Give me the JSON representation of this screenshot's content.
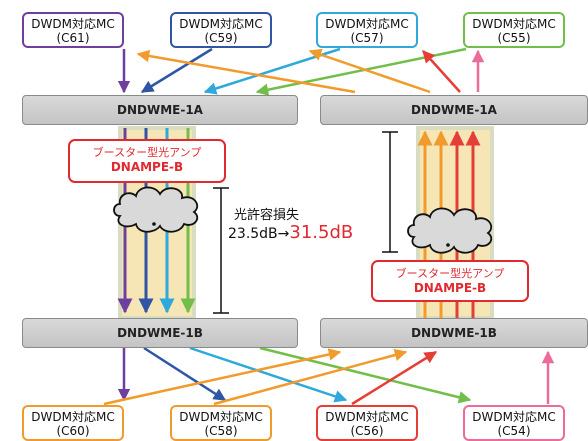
{
  "colors": {
    "purple": "#6f3f9f",
    "navy": "#2f55a5",
    "sky": "#2fa8dc",
    "green": "#72be4a",
    "orange": "#f19b2c",
    "red": "#e53e36",
    "pink": "#ec6b9a",
    "fiber": "#f6e6b6",
    "fiber_edge": "#d8dcc0"
  },
  "top_boxes": [
    {
      "name": "DWDM対応MC",
      "id": "(C61)",
      "color": "#6f3f9f"
    },
    {
      "name": "DWDM対応MC",
      "id": "(C59)",
      "color": "#2f55a5"
    },
    {
      "name": "DWDM対応MC",
      "id": "(C57)",
      "color": "#2fa8dc"
    },
    {
      "name": "DWDM対応MC",
      "id": "(C55)",
      "color": "#72be4a"
    }
  ],
  "bottom_boxes": [
    {
      "name": "DWDM対応MC",
      "id": "(C60)",
      "color": "#f19b2c"
    },
    {
      "name": "DWDM対応MC",
      "id": "(C58)",
      "color": "#f19b2c"
    },
    {
      "name": "DWDM対応MC",
      "id": "(C56)",
      "color": "#e53e36"
    },
    {
      "name": "DWDM対応MC",
      "id": "(C54)",
      "color": "#ec6b9a"
    }
  ],
  "nodes": {
    "top_left": "DNDWME-1A",
    "top_right": "DNDWME-1A",
    "bottom_left": "DNDWME-1B",
    "bottom_right": "DNDWME-1B"
  },
  "amplifiers": [
    {
      "label": "ブースター型光アンプ",
      "model": "DNAMPE-B"
    },
    {
      "label": "ブースター型光アンプ",
      "model": "DNAMPE-B"
    }
  ],
  "loss": {
    "title": "光許容損失",
    "old": "23.5dB→",
    "new": "31.5dB"
  },
  "icons": [
    "cloud-icon",
    "arrow-icon",
    "dimension-marker"
  ]
}
